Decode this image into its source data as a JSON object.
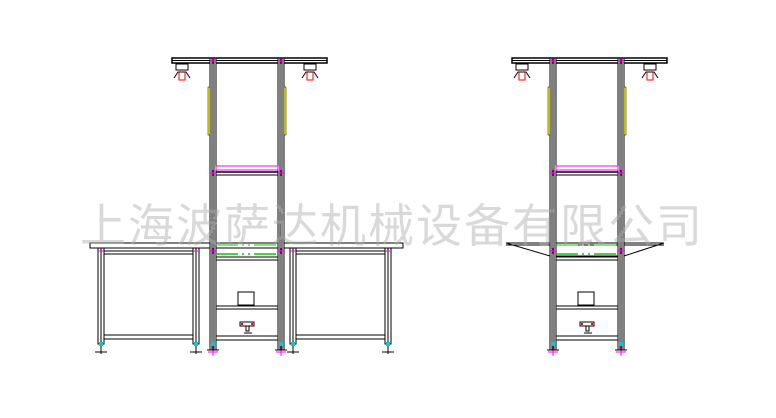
{
  "watermark": "上海波萨达机械设备有限公司",
  "colors": {
    "line": "#000000",
    "accent_magenta": "#ff00ff",
    "accent_yellow": "#ffff00",
    "accent_green": "#00cc00",
    "lamp_red": "#ff0000",
    "foot_cyan": "#00cccc"
  },
  "views": [
    {
      "name": "front-view-with-side-tables"
    },
    {
      "name": "front-view-with-folding-wings"
    }
  ]
}
